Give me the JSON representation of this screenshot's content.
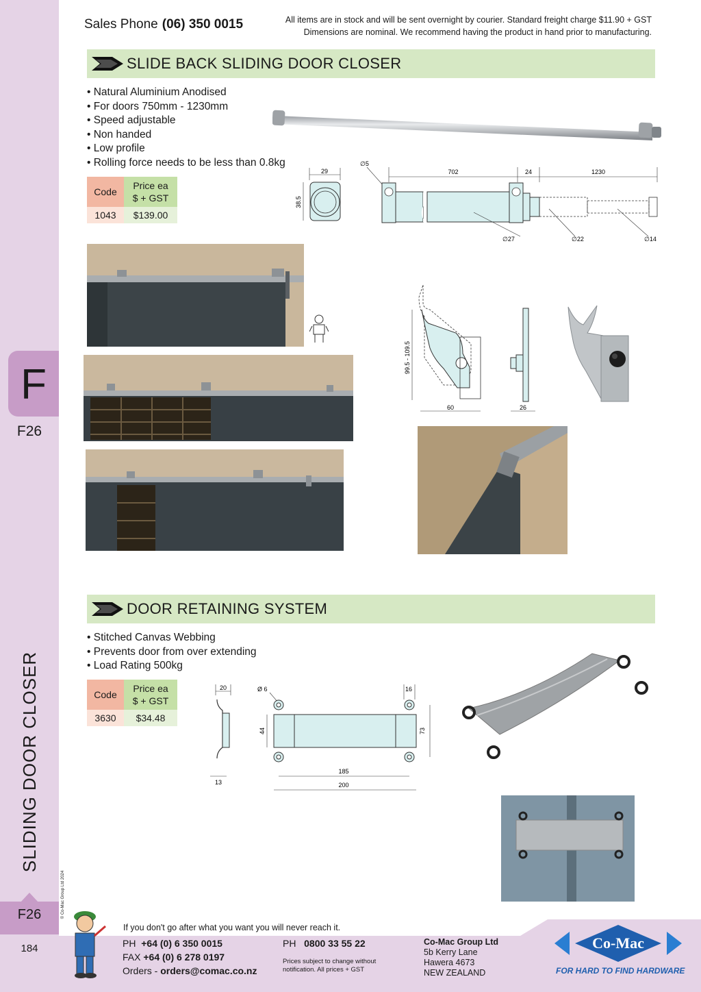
{
  "sidebar": {
    "section_letter": "F",
    "page_code_top": "F26",
    "vertical_title": "SLIDING DOOR CLOSER",
    "copyright": "© Co-Mac Group Ltd 2024",
    "page_code_bottom": "F26",
    "page_number": "184"
  },
  "header": {
    "sales_phone_label": "Sales Phone",
    "sales_phone_number": "(06) 350 0015",
    "note_line1": "All items are in stock and will be sent overnight by courier. Standard freight charge $11.90 + GST",
    "note_line2": "Dimensions are nominal. We recommend having the product in hand prior to manufacturing."
  },
  "section1": {
    "title": "SLIDE BACK SLIDING DOOR CLOSER",
    "bullets": [
      "• Natural Aluminium Anodised",
      "• For doors 750mm - 1230mm",
      "• Speed adjustable",
      "• Non handed",
      "• Low profile",
      "• Rolling force needs to be less than 0.8kg"
    ],
    "table": {
      "code_header": "Code",
      "price_header_line1": "Price ea",
      "price_header_line2": "$ + GST",
      "code": "1043",
      "price": "$139.00"
    },
    "dims": {
      "w29": "29",
      "h385": "38.5",
      "d5": "∅5",
      "l702": "702",
      "l24": "24",
      "l1230": "1230",
      "d27": "∅27",
      "d22": "∅22",
      "d14": "∅14",
      "bracket_h": "99.5 - 109.5",
      "bracket_w": "60",
      "bracket_d": "26"
    }
  },
  "section2": {
    "title": "DOOR RETAINING SYSTEM",
    "bullets": [
      "• Stitched Canvas Webbing",
      "• Prevents door from over extending",
      "• Load Rating 500kg"
    ],
    "table": {
      "code_header": "Code",
      "price_header_line1": "Price ea",
      "price_header_line2": "$ + GST",
      "code": "3630",
      "price": "$34.48"
    },
    "dims": {
      "w20": "20",
      "w13": "13",
      "d6": "Ø 6",
      "w16": "16",
      "h44": "44",
      "h73": "73",
      "l185": "185",
      "l200": "200"
    }
  },
  "footer": {
    "quote": "If you don't go after what you want you will never reach it.",
    "ph_label": "PH",
    "ph_number": "+64 (0) 6 350 0015",
    "fax_label": "FAX",
    "fax_number": "+64 (0) 6 278 0197",
    "orders_label": "Orders -",
    "orders_email": "orders@comac.co.nz",
    "ph2_label": "PH",
    "ph2_number": "0800 33 55 22",
    "prices_note_line1": "Prices subject to change without",
    "prices_note_line2": "notification. All prices + GST",
    "company_name": "Co-Mac Group Ltd",
    "address1": "5b Kerry Lane",
    "address2": "Hawera 4673",
    "address3": "NEW ZEALAND",
    "logo_text": "Co-Mac",
    "tagline": "FOR HARD TO FIND HARDWARE"
  },
  "colors": {
    "sidebar": "#e5d3e6",
    "tab": "#c79cc7",
    "section_bar": "#d6e8c4",
    "code_header": "#f2b7a2",
    "price_header": "#c5e0a7",
    "brand_blue": "#1f5fae"
  }
}
